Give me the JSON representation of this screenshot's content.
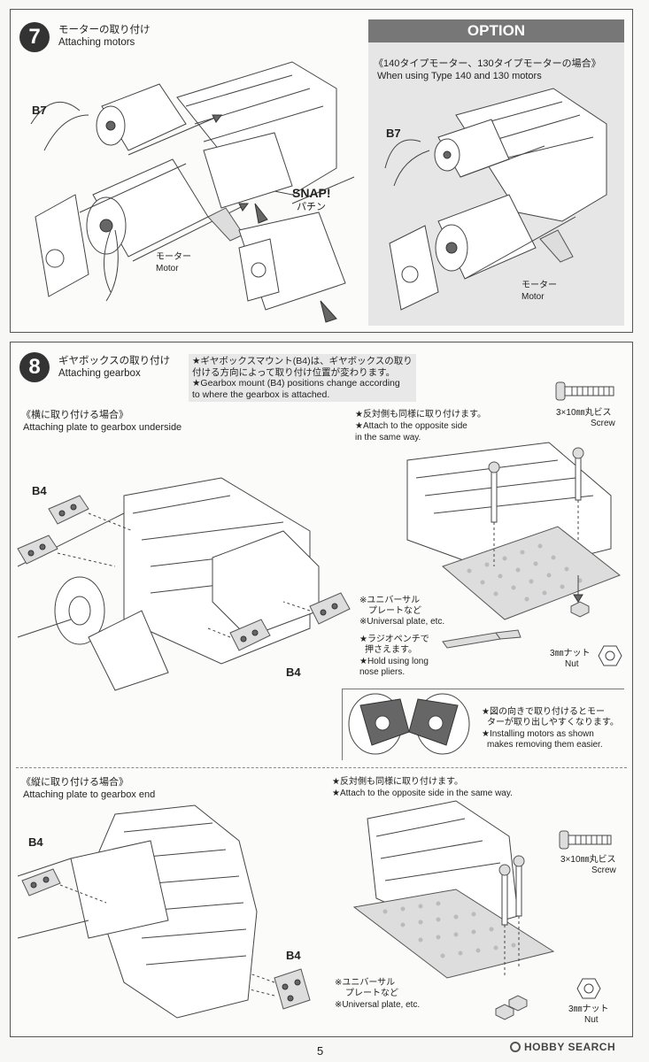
{
  "step7": {
    "num": "7",
    "title_jp": "モーターの取り付け",
    "title_en": "Attaching motors",
    "label_b7": "B7",
    "motor_jp": "モーター",
    "motor_en": "Motor",
    "snap_en": "SNAP!",
    "snap_jp": "パチン"
  },
  "option": {
    "header": "OPTION",
    "title_jp": "《140タイプモーター、130タイプモーターの場合》",
    "title_en": "When using Type 140 and 130 motors",
    "label_b7": "B7",
    "motor_jp": "モーター",
    "motor_en": "Motor"
  },
  "step8": {
    "num": "8",
    "title_jp": "ギヤボックスの取り付け",
    "title_en": "Attaching gearbox",
    "note_jp1": "★ギヤボックスマウント(B4)は、ギヤボックスの取り",
    "note_jp2": "付ける方向によって取り付け位置が変わります。",
    "note_en1": "★Gearbox mount (B4) positions change according",
    "note_en2": "to where the gearbox is attached.",
    "sub1_jp": "《横に取り付ける場合》",
    "sub1_en": "Attaching plate to gearbox underside",
    "label_b4_a": "B4",
    "label_b4_b": "B4",
    "opp_jp": "★反対側も同様に取り付けます。",
    "opp_en1": "★Attach to the opposite side",
    "opp_en2": "in the same way.",
    "screw_jp": "3×10㎜丸ビス",
    "screw_en": "Screw",
    "plate_jp1": "※ユニバーサル",
    "plate_jp2": "プレートなど",
    "plate_en": "※Universal plate, etc.",
    "pliers_jp1": "★ラジオペンチで",
    "pliers_jp2": "押さえます。",
    "pliers_en1": "★Hold using long",
    "pliers_en2": "nose pliers.",
    "nut_jp": "3㎜ナット",
    "nut_en": "Nut",
    "inst_jp1": "★図の向きで取り付けるとモー",
    "inst_jp2": "ターが取り出しやすくなります。",
    "inst_en1": "★Installing motors as shown",
    "inst_en2": "makes removing them easier.",
    "sub2_jp": "《縦に取り付ける場合》",
    "sub2_en": "Attaching plate to gearbox end",
    "label_b4_c": "B4",
    "label_b4_d": "B4",
    "opp2_jp": "★反対側も同様に取り付けます。",
    "opp2_en": "★Attach to the opposite side in the same way.",
    "screw2_jp": "3×10㎜丸ビス",
    "screw2_en": "Screw",
    "plate2_jp1": "※ユニバーサル",
    "plate2_jp2": "プレートなど",
    "plate2_en": "※Universal plate, etc.",
    "nut2_jp": "3㎜ナット",
    "nut2_en": "Nut"
  },
  "footer": {
    "page_number": "5",
    "watermark": "HOBBY SEARCH"
  }
}
